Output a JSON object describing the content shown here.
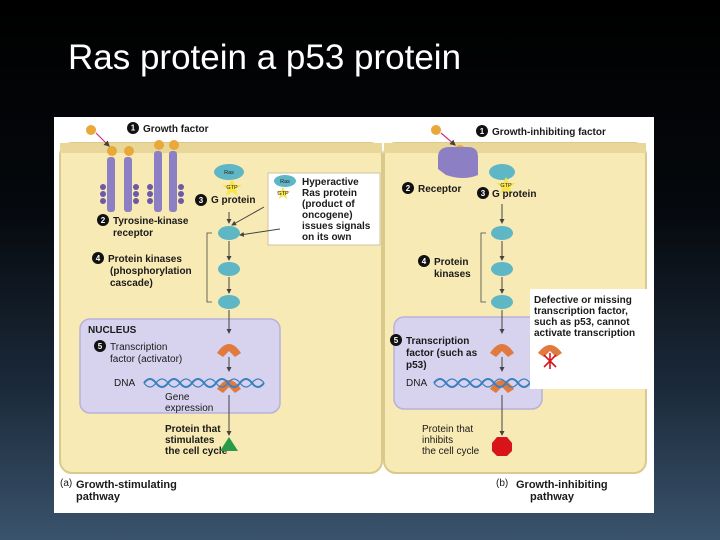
{
  "slide": {
    "title": "Ras protein a p53 protein"
  },
  "panel_a": {
    "panel_letter": "(a)",
    "caption_line1": "Growth-stimulating",
    "caption_line2": "pathway",
    "step1_num": "1",
    "step1_label": "Growth factor",
    "step2_num": "2",
    "step2_line1": "Tyrosine-kinase",
    "step2_line2": "receptor",
    "step3_num": "3",
    "step3_label": "G protein",
    "step4_num": "4",
    "step4_line1": "Protein kinases",
    "step4_line2": "(phosphorylation",
    "step4_line3": "cascade)",
    "step5_num": "5",
    "step5_line1": "Transcription",
    "step5_line2": "factor (activator)",
    "nucleus_label": "NUCLEUS",
    "dna_label": "DNA",
    "gene_line1": "Gene",
    "gene_line2": "expression",
    "product_line1": "Protein that",
    "product_line2": "stimulates",
    "product_line3": "the cell cycle",
    "ras_tag": "Ras",
    "gtp_tag": "GTP",
    "hyper_line1": "Hyperactive",
    "hyper_line2": "Ras protein",
    "hyper_line3": "(product of",
    "hyper_line4": "oncogene)",
    "hyper_line5": "issues signals",
    "hyper_line6": "on its own"
  },
  "panel_b": {
    "panel_letter": "(b)",
    "caption_line1": "Growth-inhibiting",
    "caption_line2": "pathway",
    "step1_num": "1",
    "step1_label": "Growth-inhibiting factor",
    "step2_num": "2",
    "step2_label": "Receptor",
    "step3_num": "3",
    "step3_label": "G protein",
    "step4_num": "4",
    "step4_line1": "Protein",
    "step4_line2": "kinases",
    "step5_num": "5",
    "step5_line1": "Transcription",
    "step5_line2": "factor (such as",
    "step5_line3": "p53)",
    "dna_label": "DNA",
    "product_line1": "Protein that",
    "product_line2": "inhibits",
    "product_line3": "the cell cycle",
    "defect_line1": "Defective or missing",
    "defect_line2": "transcription factor,",
    "defect_line3": "such as p53, cannot",
    "defect_line4": "activate transcription",
    "gtp_tag": "GTP"
  },
  "colors": {
    "cell_fill": "#f8eab4",
    "nucleus_fill": "#d7d2ee",
    "protein_fill": "#5fb6c4",
    "receptor_fill": "#8d7fc4",
    "activator_fill": "#e07a3e",
    "stimulating_product": "#2a9a4a",
    "inhibiting_product": "#d8141a",
    "badge": "#111111"
  }
}
